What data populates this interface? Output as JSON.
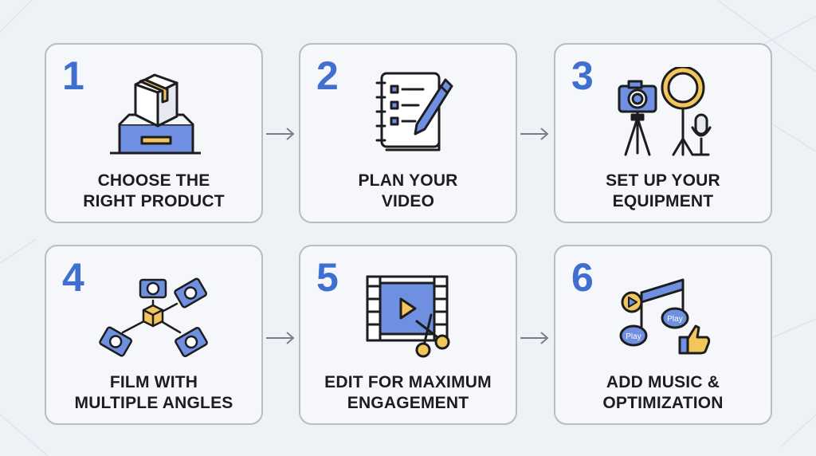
{
  "steps": [
    {
      "number": "1",
      "line1": "CHOOSE THE",
      "line2": "RIGHT PRODUCT"
    },
    {
      "number": "2",
      "line1": "PLAN YOUR",
      "line2": "VIDEO"
    },
    {
      "number": "3",
      "line1": "SET UP YOUR",
      "line2": "EQUIPMENT"
    },
    {
      "number": "4",
      "line1": "FILM WITH",
      "line2": "MULTIPLE ANGLES"
    },
    {
      "number": "5",
      "line1": "EDIT FOR MAXIMUM",
      "line2": "ENGAGEMENT"
    },
    {
      "number": "6",
      "line1": "ADD MUSIC &",
      "line2": "OPTIMIZATION"
    }
  ],
  "icons": {
    "step1": "product-box-icon",
    "step2": "notebook-pen-icon",
    "step3": "camera-ring-light-mic-icon",
    "step4": "multi-camera-angles-icon",
    "step5": "film-scissors-icon",
    "step6": "music-note-thumbs-up-icon",
    "play_label_1": "Play",
    "play_label_2": "Play"
  },
  "colors": {
    "accent": "#3f6fcf",
    "icon_blue": "#6f8fe0",
    "icon_yellow": "#f2c65a",
    "card_border": "#b9bcc4",
    "background": "#eef1f6"
  }
}
